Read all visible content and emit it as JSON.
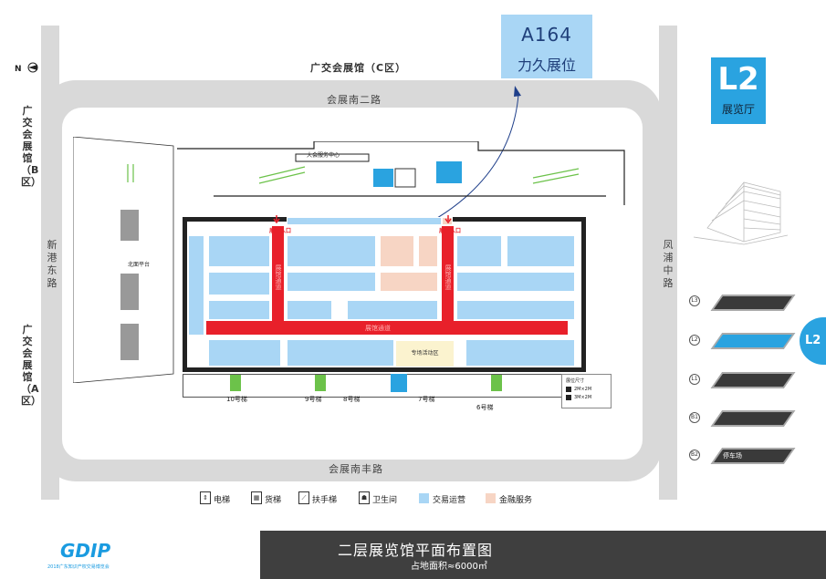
{
  "callout": {
    "code": "A164",
    "name": "力久展位"
  },
  "level_badge": {
    "level": "L2",
    "label": "展览厅"
  },
  "compass": {
    "north": "N"
  },
  "buildings": {
    "north": "广交会展馆（C区）",
    "west_top": "广交会展馆（B区）",
    "west_bottom": "广交会展馆（A区）"
  },
  "roads": {
    "top": "会展南二路",
    "bottom": "会展南丰路",
    "left": "新港东路",
    "right": "凤浦中路"
  },
  "hall": {
    "service_center": "大会服务中心",
    "north_platform": "北面平台",
    "entrance_west": "展馆入口",
    "entrance_east": "展馆入口",
    "activity_area": "专场活动区",
    "main_aisle": "展馆通道",
    "vertical_aisle_left": "展馆通道",
    "vertical_aisle_right": "展馆通道"
  },
  "elevators": [
    "10号梯",
    "9号梯",
    "8号梯",
    "7号梯",
    "6号梯"
  ],
  "booth_size_box": {
    "title": "展位尺寸",
    "size1": "2M×2M",
    "size2": "3M×2M"
  },
  "legend": {
    "elevator": "电梯",
    "freight": "货梯",
    "escalator": "扶手梯",
    "restroom": "卫生间",
    "trade": "交易运营",
    "finance": "金融服务"
  },
  "floors": [
    "L3",
    "L2",
    "L1",
    "B1",
    "B2"
  ],
  "floor_tab": "L2",
  "parking": "停车场",
  "footer": {
    "title": "二层展览馆平面布置图",
    "area": "占地面积≈6000㎡",
    "logo": "GDIP",
    "logo_sub": "2018广东知识产权交易博览会"
  },
  "colors": {
    "trade": "#a9d6f5",
    "finance": "#f7d5c4",
    "aisle": "#e8202a",
    "accent": "#2aa3e0"
  }
}
